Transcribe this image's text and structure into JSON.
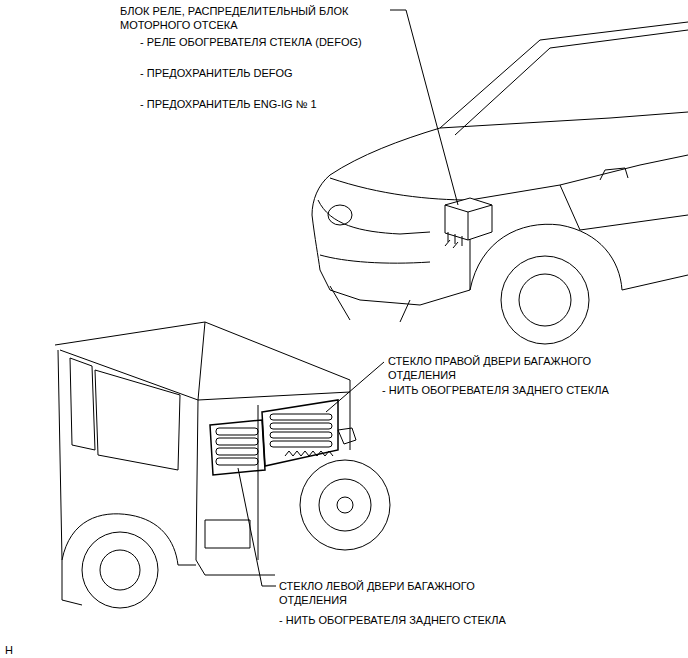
{
  "diagram": {
    "labels": [
      "БЛОК РЕЛЕ, РАСПРЕДЕЛИТЕЛЬНЫЙ БЛОК МОТОРНОГО ОТСЕКА",
      "- РЕЛЕ ОБОГРЕВАТЕЛЯ СТЕКЛА (DEFOG)",
      "- ПРЕДОХРАНИТЕЛЬ DEFOG",
      "- ПРЕДОХРАНИТЕЛЬ ENG-IG № 1",
      "СТЕКЛО ПРАВОЙ ДВЕРИ БАГАЖНОГО ОТДЕЛЕНИЯ",
      "- НИТЬ ОБОГРЕВАТЕЛЯ ЗАДНЕГО СТЕКЛА",
      "СТЕКЛО ЛЕВОЙ ДВЕРИ БАГАЖНОГО ОТДЕЛЕНИЯ",
      "- НИТЬ ОБОГРЕВАТЕЛЯ ЗАДНЕГО СТЕКЛА",
      "H"
    ]
  }
}
